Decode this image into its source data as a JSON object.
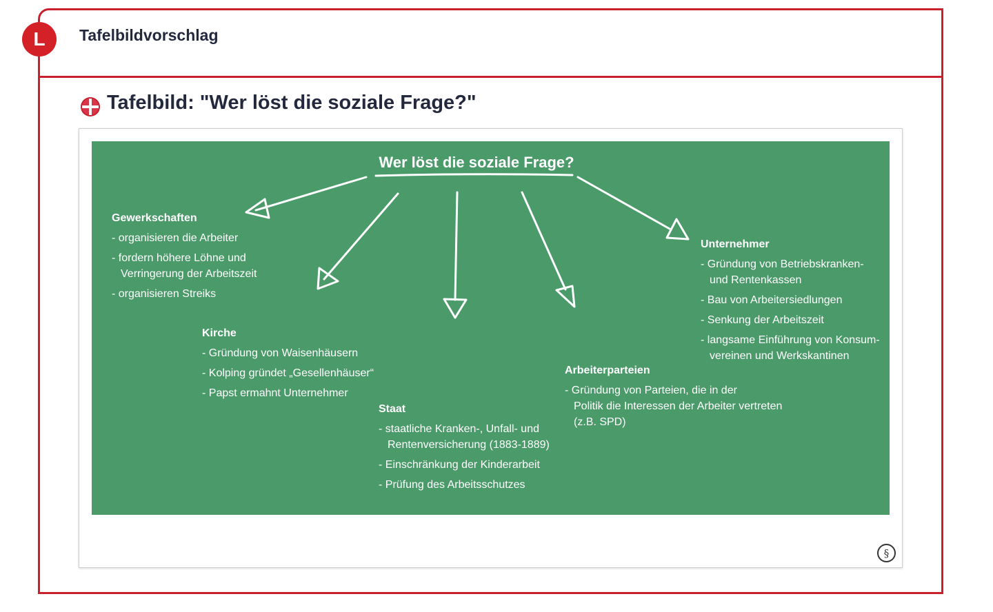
{
  "header": {
    "badge_letter": "L",
    "title": "Tafelbildvorschlag"
  },
  "section": {
    "title": "Tafelbild: \"Wer löst die soziale Frage?\""
  },
  "board": {
    "title": "Wer löst die soziale Frage?",
    "groups": [
      {
        "heading": "Gewerkschaften",
        "items": [
          {
            "line": "- organisieren die Arbeiter"
          },
          {
            "line": "- fordern höhere Löhne und",
            "cont": "Verringerung der Arbeitszeit"
          },
          {
            "line": "- organisieren Streiks"
          }
        ]
      },
      {
        "heading": "Kirche",
        "items": [
          {
            "line": "- Gründung von Waisenhäusern"
          },
          {
            "line": "- Kolping gründet „Gesellenhäuser“"
          },
          {
            "line": "- Papst ermahnt Unternehmer"
          }
        ]
      },
      {
        "heading": "Staat",
        "items": [
          {
            "line": "- staatliche Kranken-, Unfall- und",
            "cont": "Rentenversicherung (1883-1889)"
          },
          {
            "line": "- Einschränkung der Kinderarbeit"
          },
          {
            "line": "- Prüfung des Arbeitsschutzes"
          }
        ]
      },
      {
        "heading": "Arbeiterparteien",
        "items": [
          {
            "line": "- Gründung von Parteien, die in der",
            "cont": "Politik die Interessen der Arbeiter vertreten",
            "cont2": "(z.B. SPD)"
          }
        ]
      },
      {
        "heading": "Unternehmer",
        "items": [
          {
            "line": "- Gründung von Betriebskranken-",
            "cont": "und Rentenkassen"
          },
          {
            "line": "- Bau von Arbeitersiedlungen"
          },
          {
            "line": "- Senkung der Arbeitszeit"
          },
          {
            "line": "- langsame Einführung von Konsum-",
            "cont": "vereinen und Werkskantinen"
          }
        ]
      }
    ]
  },
  "footer": {
    "copyright_symbol": "§"
  },
  "colors": {
    "accent": "#c8202c",
    "board": "#4a9a6a",
    "text": "#23283d"
  },
  "icons": {
    "badge": "letter-L-badge",
    "section": "blackboard-icon",
    "license": "paragraph-icon"
  }
}
